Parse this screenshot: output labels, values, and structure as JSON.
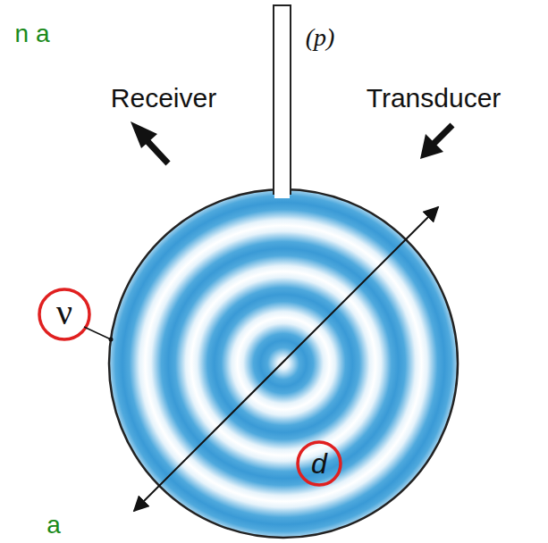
{
  "diagram": {
    "labels": [
      "n a",
      "(p)",
      "Receiver",
      "Transducer",
      "ν",
      "d",
      "a"
    ]
  }
}
